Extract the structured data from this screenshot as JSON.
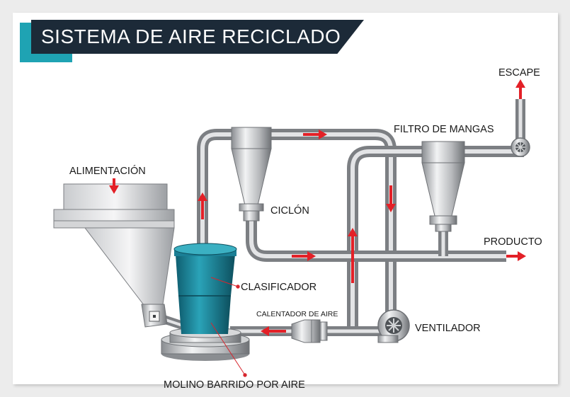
{
  "header": {
    "title": "SISTEMA DE AIRE RECICLADO"
  },
  "labels": {
    "alimentacion": "ALIMENTACIÓN",
    "escape": "ESCAPE",
    "filtro": "FILTRO DE MANGAS",
    "ciclon": "CICLÓN",
    "producto": "PRODUCTO",
    "clasificador": "CLASIFICADOR",
    "calentador": "CALENTADOR DE AIRE",
    "ventilador": "VENTILADOR",
    "molino": "MOLINO BARRIDO POR AIRE"
  },
  "colors": {
    "title_bg": "#1c2a38",
    "title_accent": "#1fa3b3",
    "mill_body": "#1b7f95",
    "flow_arrow": "#e32027",
    "pipe": "#9a9ca0"
  }
}
